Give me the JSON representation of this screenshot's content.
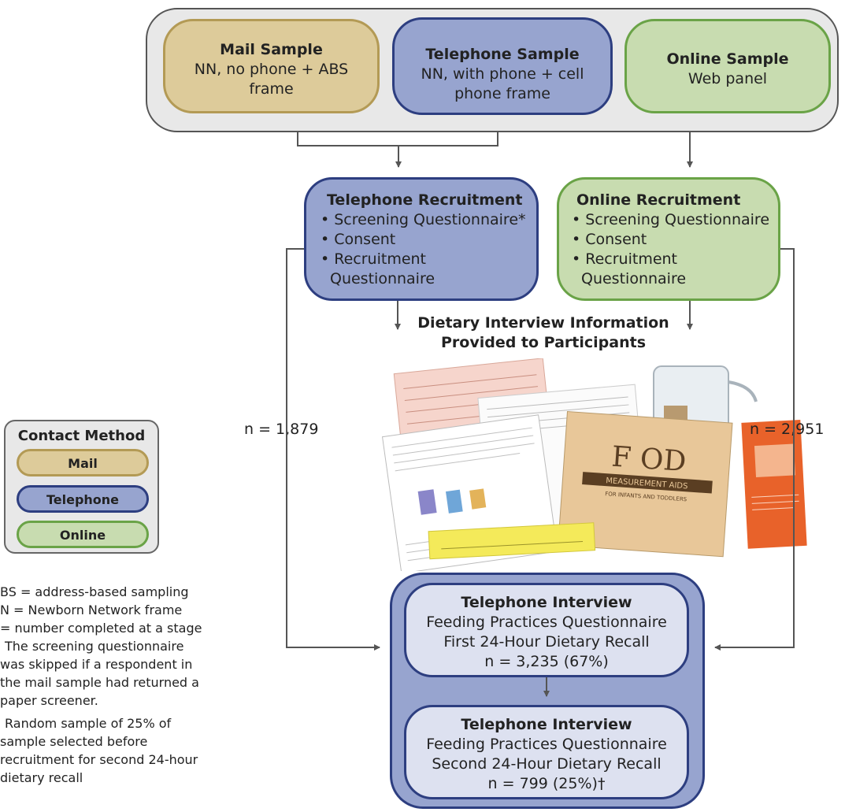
{
  "samples": {
    "mail": {
      "title": "Mail Sample",
      "desc": "NN, no phone + ABS frame"
    },
    "telephone": {
      "title": "Telephone Sample",
      "desc": "NN, with phone + cell phone frame"
    },
    "online": {
      "title": "Online Sample",
      "desc": "Web panel"
    }
  },
  "recruitment": {
    "telephone": {
      "title": "Telephone Recruitment",
      "items": [
        "• Screening Questionnaire*",
        "• Consent",
        "• Recruitment",
        "Questionnaire"
      ]
    },
    "online": {
      "title": "Online Recruitment",
      "items": [
        "• Screening Questionnaire",
        "• Consent",
        "• Recruitment",
        "Questionnaire"
      ]
    }
  },
  "info_heading": [
    "Dietary Interview Information",
    "Provided to Participants"
  ],
  "counts": {
    "left": "n = 1,879",
    "right": "n = 2,951"
  },
  "legend": {
    "title": "Contact Method",
    "items": [
      "Mail",
      "Telephone",
      "Online"
    ]
  },
  "interviews": [
    {
      "title": "Telephone Interview",
      "line1": "Feeding Practices Questionnaire",
      "line2": "First 24-Hour Dietary Recall",
      "line3": "n = 3,235 (67%)"
    },
    {
      "title": "Telephone Interview",
      "line1": "Feeding Practices Questionnaire",
      "line2": "Second 24-Hour Dietary Recall",
      "line3": "n = 799 (25%)†"
    }
  ],
  "notes": [
    "BS = address-based sampling",
    "N = Newborn Network frame",
    " = number completed at a stage",
    "The screening questionnaire",
    "was skipped if a respondent in",
    "the mail sample had returned a",
    "paper screener.",
    "Random sample of 25% of",
    "sample selected before",
    "recruitment for second 24-hour",
    "dietary recall"
  ],
  "photo": {
    "food_logo": "F  OD",
    "food_subtitle": "MEASUREMENT AIDS",
    "food_sub2": "FOR INFANTS AND TODDLERS"
  },
  "colors": {
    "mail_fill": "#ddcb9a",
    "mail_border": "#b39a55",
    "phone_fill": "#97a4cf",
    "phone_border": "#2d3e80",
    "online_fill": "#c8dcb0",
    "online_border": "#6aa347",
    "panel_fill": "#e8e8e8",
    "panel_border": "#555555",
    "interview_inner": "#dde1f0"
  }
}
